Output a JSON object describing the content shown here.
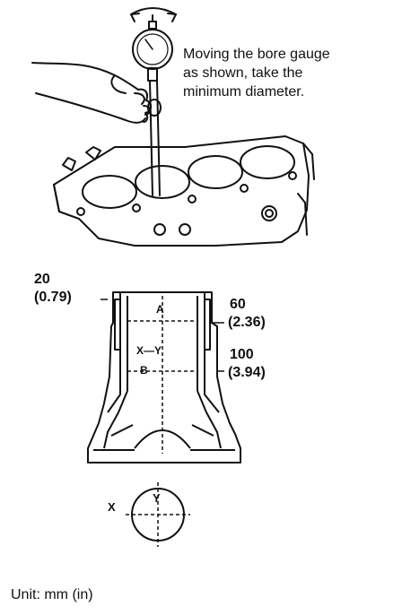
{
  "caption": {
    "line1": "Moving the bore gauge",
    "line2": "as shown,  take the",
    "line3": "minimum diameter."
  },
  "dimensions": {
    "top_offset_mm": "20",
    "top_offset_in": "(0.79)",
    "mid_depth_mm": "60",
    "mid_depth_in": "(2.36)",
    "deep_depth_mm": "100",
    "deep_depth_in": "(3.94)"
  },
  "section_labels": {
    "a": "A",
    "b": "B",
    "xy": "X—Y"
  },
  "direction_labels": {
    "x": "X",
    "y": "Y"
  },
  "unit_note": "Unit:  mm (in)"
}
